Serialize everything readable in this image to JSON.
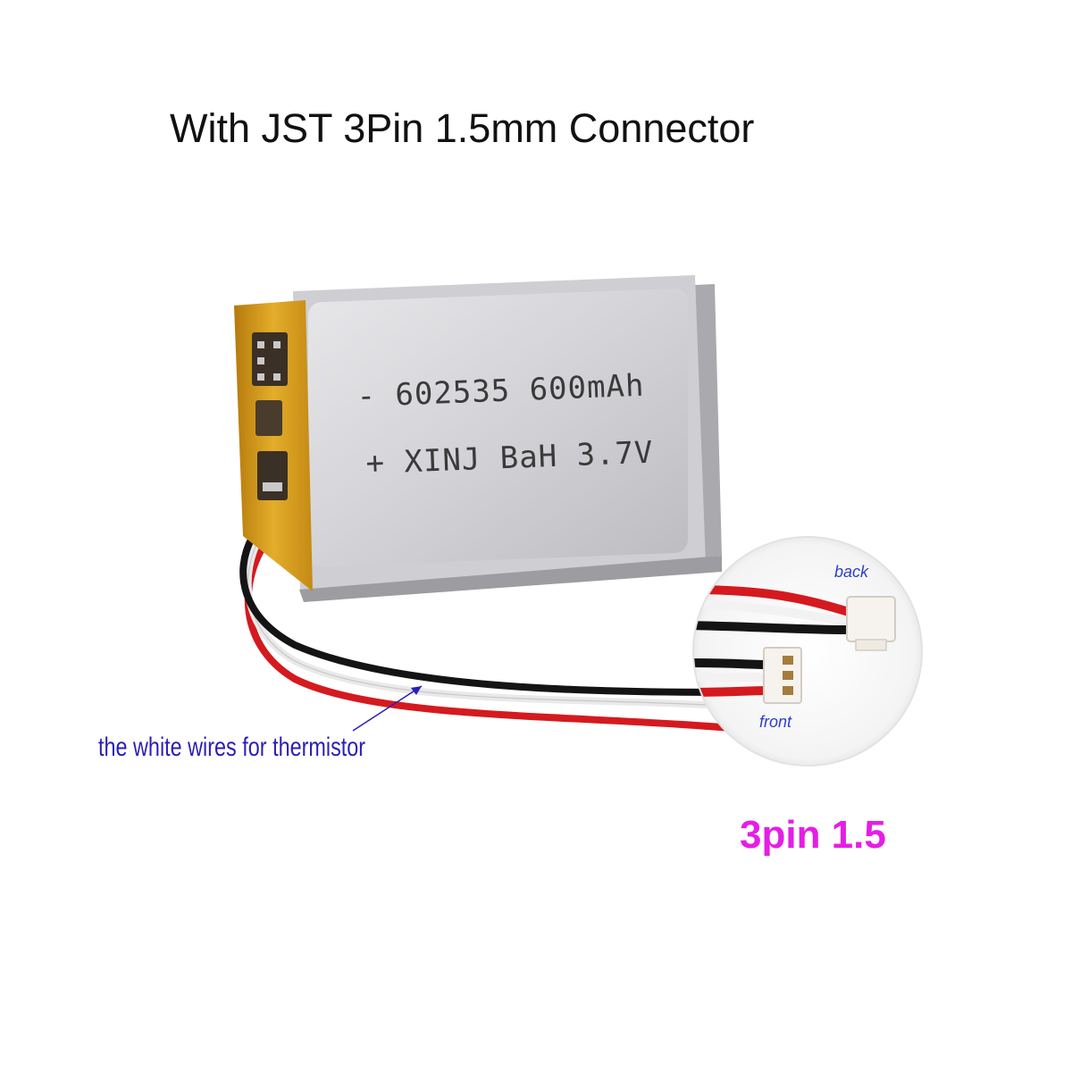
{
  "headline": "With JST 3Pin 1.5mm Connector",
  "battery": {
    "line1": "- 602535 600mAh",
    "line2": "+ XINJ BaH 3.7V"
  },
  "inset": {
    "back_label": "back",
    "front_label": "front"
  },
  "annotation": "the white wires for thermistor",
  "pin_label": "3pin 1.5",
  "colors": {
    "annotation": "#2a1fb8",
    "pin_label": "#e51ee5",
    "inset_labels": "#2f3fc8",
    "wire_red": "#d41a1f",
    "wire_black": "#141414",
    "wire_white": "#f2f2f2",
    "kapton_tape": "#d9a11a"
  }
}
